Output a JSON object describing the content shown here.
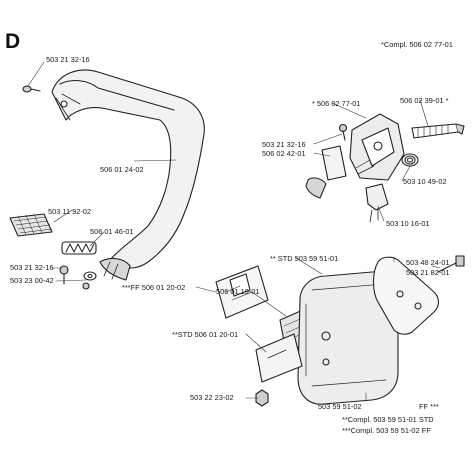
{
  "diagram": {
    "section_letter": "D",
    "compl_top": "*Compl. 506 02 77-01",
    "compl_footer_std": "**Compl. 503 59 51-01 STD",
    "compl_footer_ff": "***Compl. 503 59 51-02 FF",
    "labels": {
      "p503213216_top": "503 21 32-16",
      "p506012402": "506 01 24-02",
      "p503119202": "503 11 92-02",
      "p506014601": "506 01 46-01",
      "p503213216_bottom": "503 21 32-16",
      "p503230042": "503 23 00-42",
      "p506027701": "* 506 02 77-01",
      "p506023901": "506 02 39-01 *",
      "p503213216_right": "503 21 32-16",
      "p506024201": "506 02 42-01",
      "p503104902": "503 10 49-02",
      "p503101601": "503 10 16-01",
      "p503482401": "503 48 24-01",
      "p503218201": "503 21 82-01",
      "p503595101": "** STD  503 59 51-01",
      "p506012002": "***FF 506 01 20-02",
      "p506011901": "506 01 19-01",
      "p506012001": "**STD 506 01 20-01",
      "p503222302": "503 22 23-02",
      "p503595102": "503 59 51-02",
      "ff_marker": "FF  ***"
    }
  }
}
